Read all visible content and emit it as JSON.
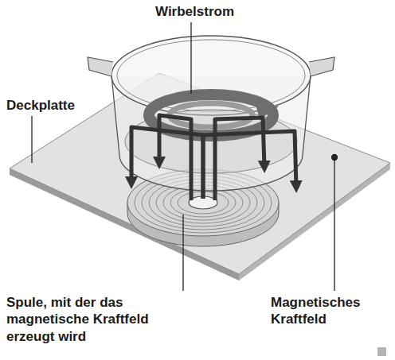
{
  "diagram": {
    "labels": [
      "Wirbelstrom",
      "Deckplatte",
      "Spule, mit der das magnetische Kraftfeld erzeugt wird",
      "Magnetisches Kraftfeld"
    ]
  }
}
